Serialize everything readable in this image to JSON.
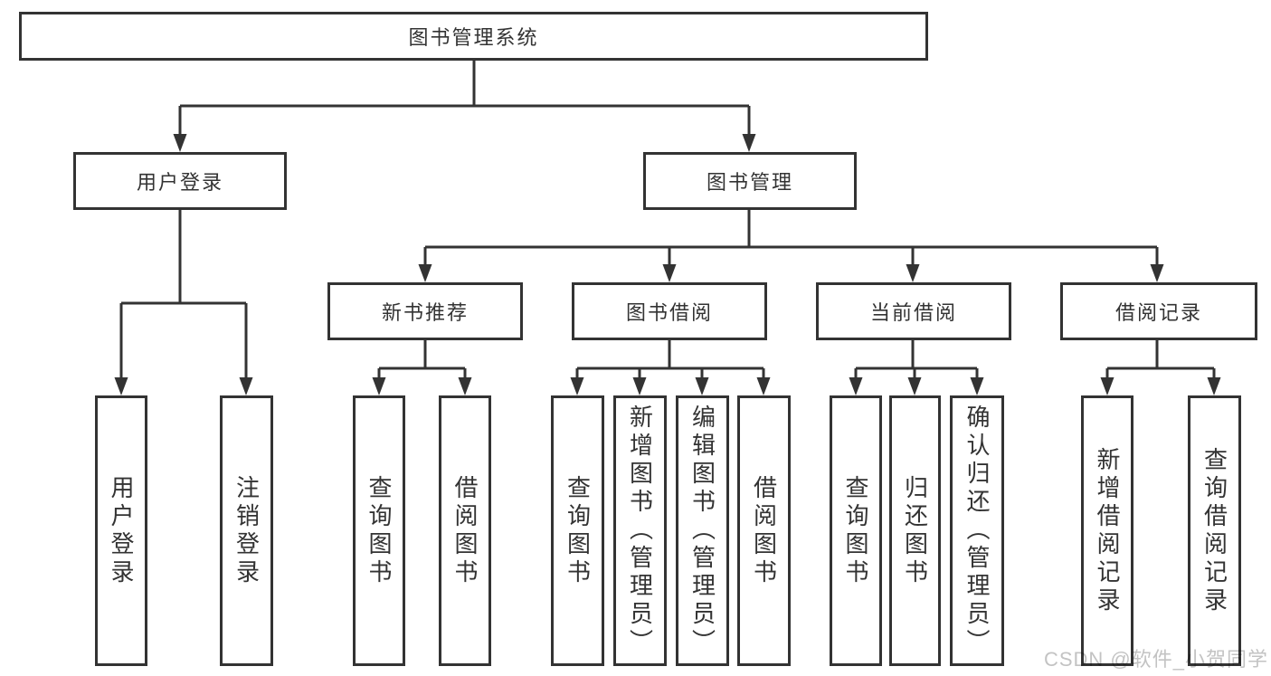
{
  "diagram": {
    "root": {
      "label": "图书管理系统"
    },
    "branches": [
      {
        "label": "用户登录",
        "children": [
          {
            "label": "用户登录"
          },
          {
            "label": "注销登录"
          }
        ]
      },
      {
        "label": "图书管理",
        "children": [
          {
            "label": "新书推荐",
            "children": [
              {
                "label": "查询图书"
              },
              {
                "label": "借阅图书"
              }
            ]
          },
          {
            "label": "图书借阅",
            "children": [
              {
                "label": "查询图书"
              },
              {
                "label": "新增图书（管理员）"
              },
              {
                "label": "编辑图书（管理员）"
              },
              {
                "label": "借阅图书"
              }
            ]
          },
          {
            "label": "当前借阅",
            "children": [
              {
                "label": "查询图书"
              },
              {
                "label": "归还图书"
              },
              {
                "label": "确认归还（管理员）"
              }
            ]
          },
          {
            "label": "借阅记录",
            "children": [
              {
                "label": "新增借阅记录"
              },
              {
                "label": "查询借阅记录"
              }
            ]
          }
        ]
      }
    ]
  },
  "watermark": {
    "text": "CSDN @软件_小贺同学"
  },
  "colors": {
    "line": "#333333",
    "text": "#333333",
    "box_background": "#ffffff",
    "watermark": "#c3c3c3",
    "canvas": "#ffffff"
  }
}
